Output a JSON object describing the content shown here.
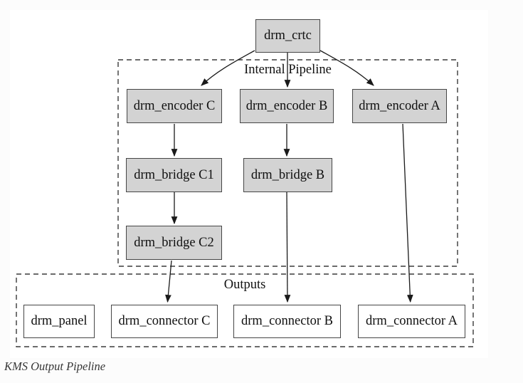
{
  "diagram": {
    "caption": "KMS Output Pipeline",
    "clusters": {
      "internal": {
        "label": "Internal Pipeline"
      },
      "outputs": {
        "label": "Outputs"
      }
    },
    "nodes": {
      "crtc": {
        "label": "drm_crtc"
      },
      "encoder_c": {
        "label": "drm_encoder C"
      },
      "encoder_b": {
        "label": "drm_encoder B"
      },
      "encoder_a": {
        "label": "drm_encoder A"
      },
      "bridge_c1": {
        "label": "drm_bridge C1"
      },
      "bridge_b": {
        "label": "drm_bridge B"
      },
      "bridge_c2": {
        "label": "drm_bridge C2"
      },
      "panel": {
        "label": "drm_panel"
      },
      "connector_c": {
        "label": "drm_connector C"
      },
      "connector_b": {
        "label": "drm_connector B"
      },
      "connector_a": {
        "label": "drm_connector A"
      }
    },
    "edges": [
      {
        "from": "drm_crtc",
        "to": "drm_encoder C"
      },
      {
        "from": "drm_crtc",
        "to": "drm_encoder B"
      },
      {
        "from": "drm_crtc",
        "to": "drm_encoder A"
      },
      {
        "from": "drm_encoder C",
        "to": "drm_bridge C1"
      },
      {
        "from": "drm_encoder B",
        "to": "drm_bridge B"
      },
      {
        "from": "drm_bridge C1",
        "to": "drm_bridge C2"
      },
      {
        "from": "drm_bridge C2",
        "to": "drm_connector C"
      },
      {
        "from": "drm_bridge B",
        "to": "drm_connector B"
      },
      {
        "from": "drm_encoder A",
        "to": "drm_connector A"
      }
    ],
    "colors": {
      "canvas_fill": "#ffffff",
      "node_fill": "#d3d3d3",
      "output_node_fill": "#ffffff",
      "node_stroke": "#464646",
      "edge_stroke": "#1a1a1a",
      "cluster_stroke": "#3a3a3a",
      "caption_color": "#363636"
    }
  }
}
